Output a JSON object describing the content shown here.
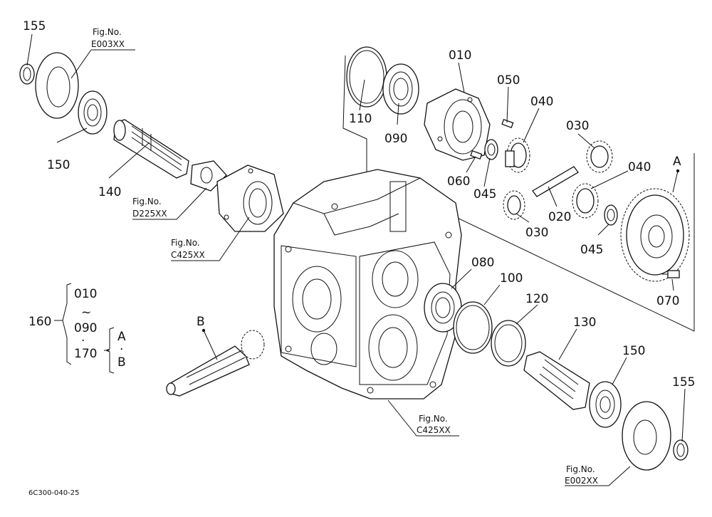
{
  "drawing_code": "6C300-040-25",
  "labels": {
    "p155a": "155",
    "p150a": "150",
    "p140": "140",
    "p110": "110",
    "p090": "090",
    "p010": "010",
    "p050": "050",
    "p040a": "040",
    "p030a": "030",
    "p060": "060",
    "p045a": "045",
    "p020": "020",
    "p030b": "030",
    "p040b": "040",
    "p045b": "045",
    "pA": "A",
    "p070": "070",
    "p080": "080",
    "p100": "100",
    "p120": "120",
    "p130": "130",
    "p150b": "150",
    "p155b": "155",
    "pB": "B",
    "p160": "160",
    "set_010": "010",
    "set_tilde": "~",
    "set_090": "090",
    "set_dot1": "·",
    "set_170": "170",
    "set_A": "A",
    "set_dot2": "·",
    "set_B": "B"
  },
  "fig_refs": {
    "e003_title": "Fig.No.",
    "e003_code": "E003XX",
    "d225_title": "Fig.No.",
    "d225_code": "D225XX",
    "c425a_title": "Fig.No.",
    "c425a_code": "C425XX",
    "c425b_title": "Fig.No.",
    "c425b_code": "C425XX",
    "e002_title": "Fig.No.",
    "e002_code": "E002XX"
  }
}
